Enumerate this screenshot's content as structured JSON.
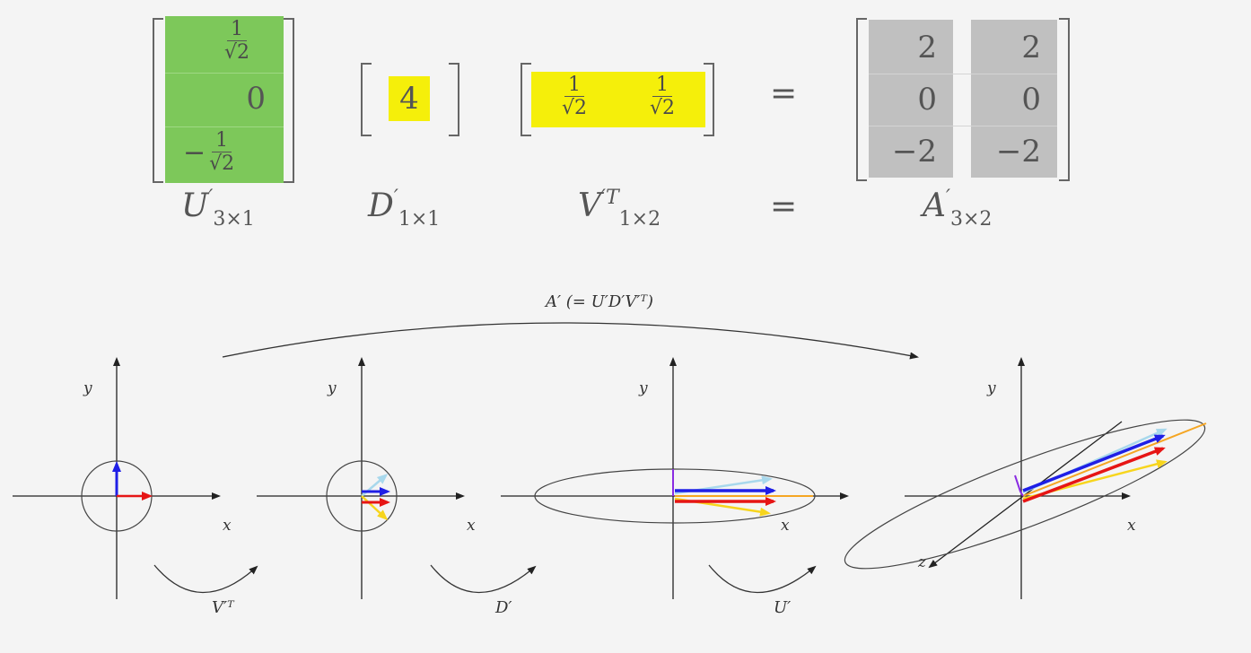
{
  "matrices": {
    "U": {
      "entries": [
        {
          "numerator": "1",
          "denominator": "√2"
        },
        {
          "value": "0"
        },
        {
          "sign": "−",
          "numerator": "1",
          "denominator": "√2"
        }
      ],
      "label": "U",
      "label_prime": "′",
      "label_sub": "3×1",
      "highlight": "#7dc85a"
    },
    "D": {
      "entries": [
        {
          "value": "4"
        }
      ],
      "label": "D",
      "label_prime": "′",
      "label_sub": "1×1",
      "highlight": "#f5ef0a"
    },
    "VT": {
      "entries": [
        {
          "numerator": "1",
          "denominator": "√2"
        },
        {
          "numerator": "1",
          "denominator": "√2"
        }
      ],
      "label": "V",
      "label_sup": "′T",
      "label_sub": "1×2",
      "highlight": "#f5ef0a"
    },
    "A": {
      "rows": [
        [
          "2",
          "2"
        ],
        [
          "0",
          "0"
        ],
        [
          "−2",
          "−2"
        ]
      ],
      "label": "A",
      "label_prime": "′",
      "label_sub": "3×2",
      "highlight": "#c0c0c0"
    },
    "equals": "="
  },
  "top_arrow_label": "A′ (= U′D′V′ᵀ)",
  "panels": [
    {
      "x_label": "x",
      "y_label": "y"
    },
    {
      "x_label": "x",
      "y_label": "y"
    },
    {
      "x_label": "x",
      "y_label": "y"
    },
    {
      "x_label": "x",
      "y_label": "y",
      "z_label": "z"
    }
  ],
  "step_labels": [
    "V′ᵀ",
    "D′",
    "U′"
  ],
  "colors": {
    "vector_blue": "#1f1fe6",
    "vector_red": "#e61515",
    "orange": "#f5a623",
    "yellow": "#f7d51d",
    "light_blue": "#a8d8ec",
    "purple": "#8a2be2",
    "axis": "#222222",
    "circle": "#555555"
  }
}
